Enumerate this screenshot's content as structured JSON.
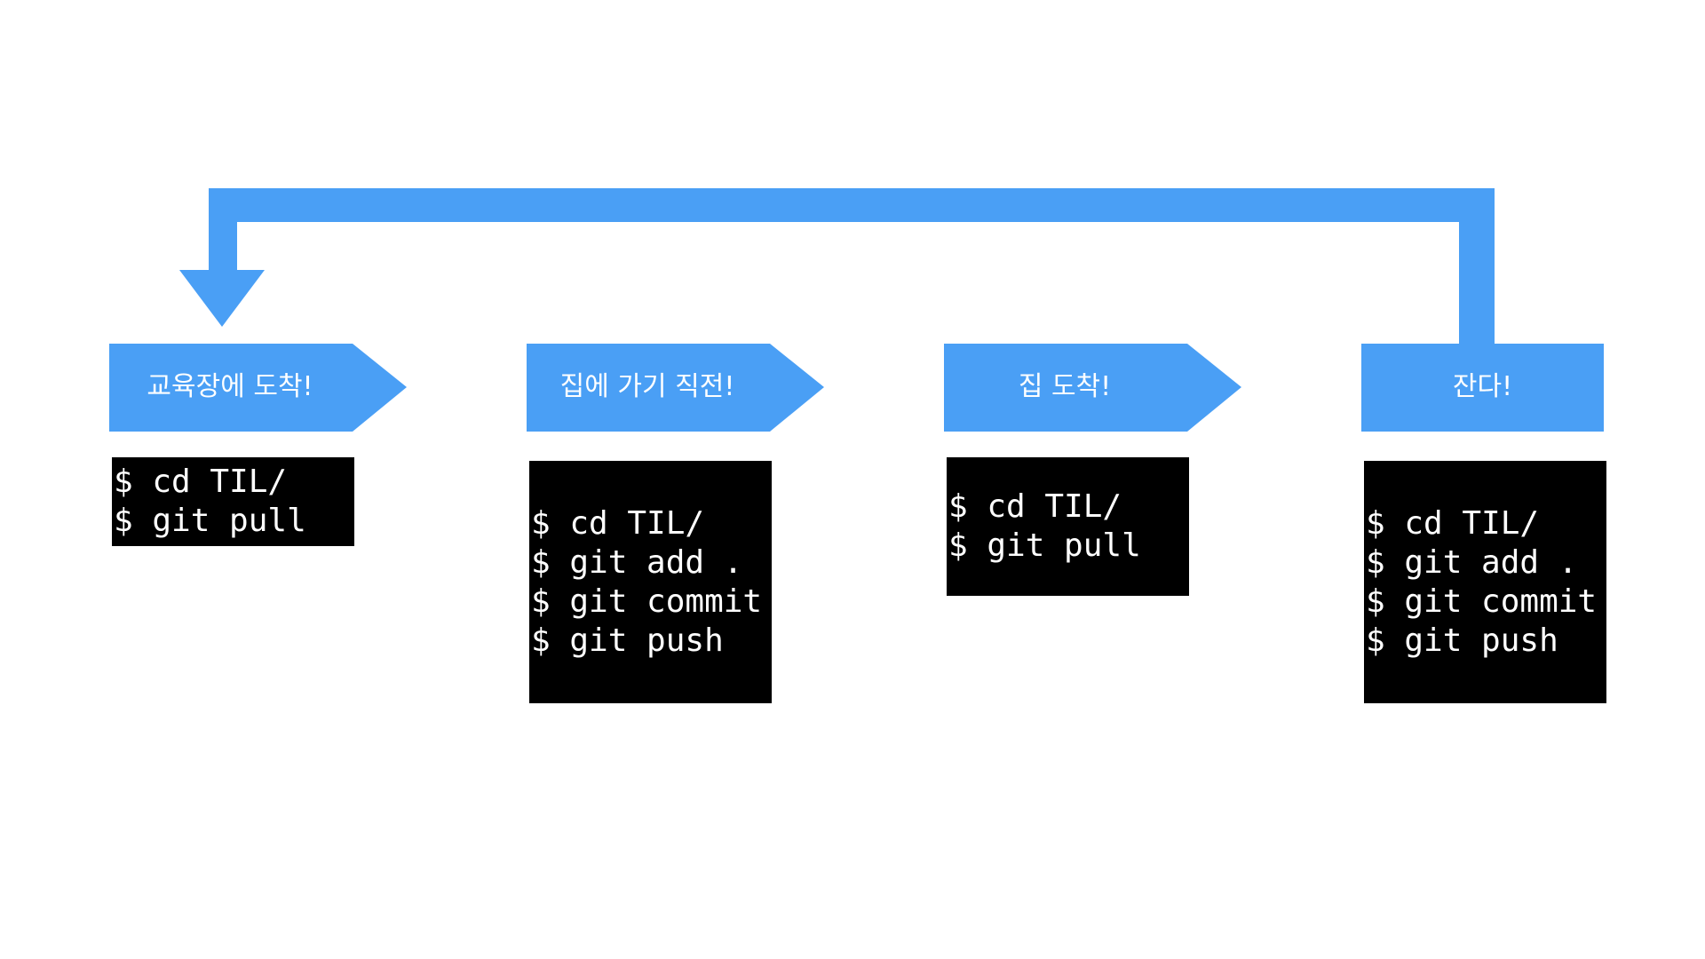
{
  "colors": {
    "accent": "#4a9ff5",
    "terminal_bg": "#000000",
    "terminal_text": "#ffffff",
    "background": "#ffffff"
  },
  "steps": [
    {
      "label": "교육장에 도착!",
      "commands": [
        "$ cd TIL/",
        "$ git pull"
      ]
    },
    {
      "label": "집에 가기 직전!",
      "commands": [
        "$ cd TIL/",
        "$ git add .",
        "$ git commit",
        "$ git push"
      ]
    },
    {
      "label": "집 도착!",
      "commands": [
        "$ cd TIL/",
        "$ git pull"
      ]
    },
    {
      "label": "잔다!",
      "commands": [
        "$ cd TIL/",
        "$ git add .",
        "$ git commit",
        "$ git push"
      ]
    }
  ]
}
